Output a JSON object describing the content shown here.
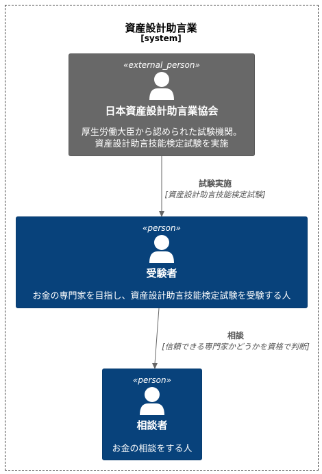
{
  "boundary": {
    "title": "資産設計助言業",
    "type": "[system]"
  },
  "nodes": {
    "association": {
      "stereotype": "«external_person»",
      "name": "日本資産設計助言業協会",
      "description_lines": [
        "厚生労働大臣から認められた試験機関。",
        "資産設計助言技能検定試験を実施"
      ],
      "icon": "person-icon"
    },
    "examinee": {
      "stereotype": "«person»",
      "name": "受験者",
      "description_lines": [
        "お金の専門家を目指し、資産設計助言技能検定試験を受験する人"
      ],
      "icon": "person-icon"
    },
    "consultant": {
      "stereotype": "«person»",
      "name": "相談者",
      "description_lines": [
        "お金の相談をする人"
      ],
      "icon": "person-icon"
    }
  },
  "edges": {
    "exam": {
      "label": "試験実施",
      "technology": "[資産設計助言技能検定試験]"
    },
    "consult": {
      "label": "相談",
      "technology": "[信頼できる専門家かどうかを資格で判断]"
    }
  },
  "colors": {
    "external_person": "#686868",
    "person": "#08427b",
    "arrow": "#666666"
  }
}
